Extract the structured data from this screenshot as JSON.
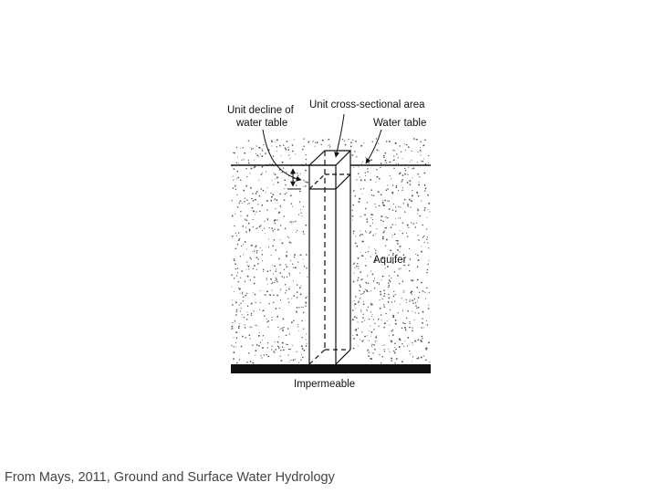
{
  "diagram": {
    "labels": {
      "unit_decline_line1": "Unit decline of",
      "unit_decline_line2": "water table",
      "cross_section": "Unit cross-sectional area",
      "water_table": "Water table",
      "aquifer": "Aquifer",
      "impermeable": "Impermeable"
    }
  },
  "caption": "From Mays, 2011, Ground and Surface Water Hydrology",
  "colors": {
    "ink": "#111111",
    "stipple": "#555555",
    "caption": "#444444"
  }
}
